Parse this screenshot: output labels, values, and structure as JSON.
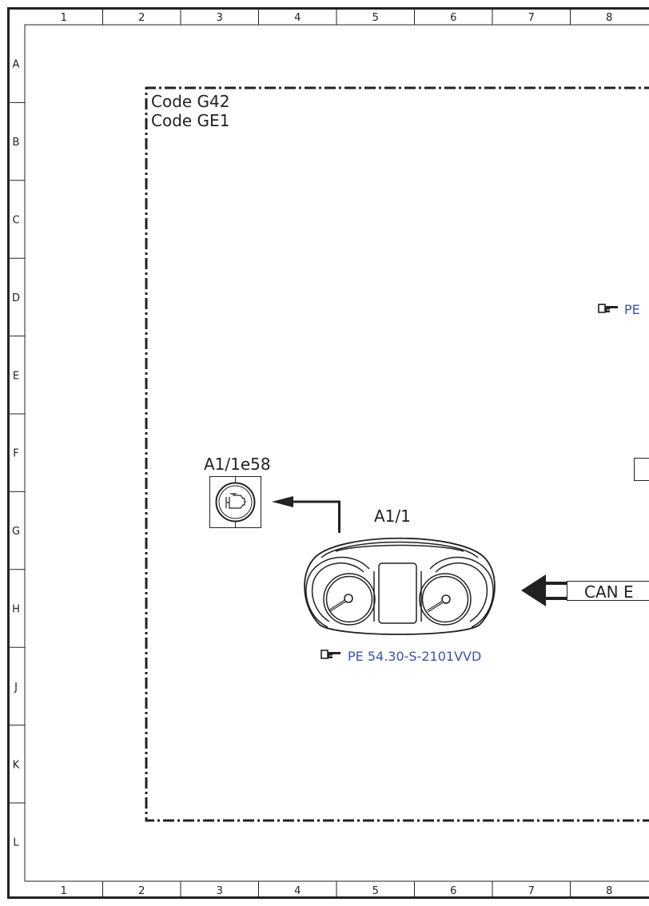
{
  "title_block": {
    "codes": [
      "Code G42",
      "Code GE1"
    ]
  },
  "grid": {
    "columns": [
      "1",
      "2",
      "3",
      "4",
      "5",
      "6",
      "7",
      "8"
    ],
    "rows": [
      "A",
      "B",
      "C",
      "D",
      "E",
      "F",
      "G",
      "H",
      "J",
      "K",
      "L"
    ]
  },
  "components": {
    "warning_lamp": {
      "id": "A1/1e58",
      "icon": "check-engine-icon"
    },
    "instrument_cluster": {
      "id": "A1/1",
      "icon": "instrument-cluster-icon"
    }
  },
  "references": {
    "cluster_ref": "PE 54.30-S-2101VVD",
    "top_ref_partial": "PE"
  },
  "signals": {
    "can_bus_label": "CAN E"
  },
  "colors": {
    "line": "#222222",
    "reference_link": "#3d52a8"
  }
}
